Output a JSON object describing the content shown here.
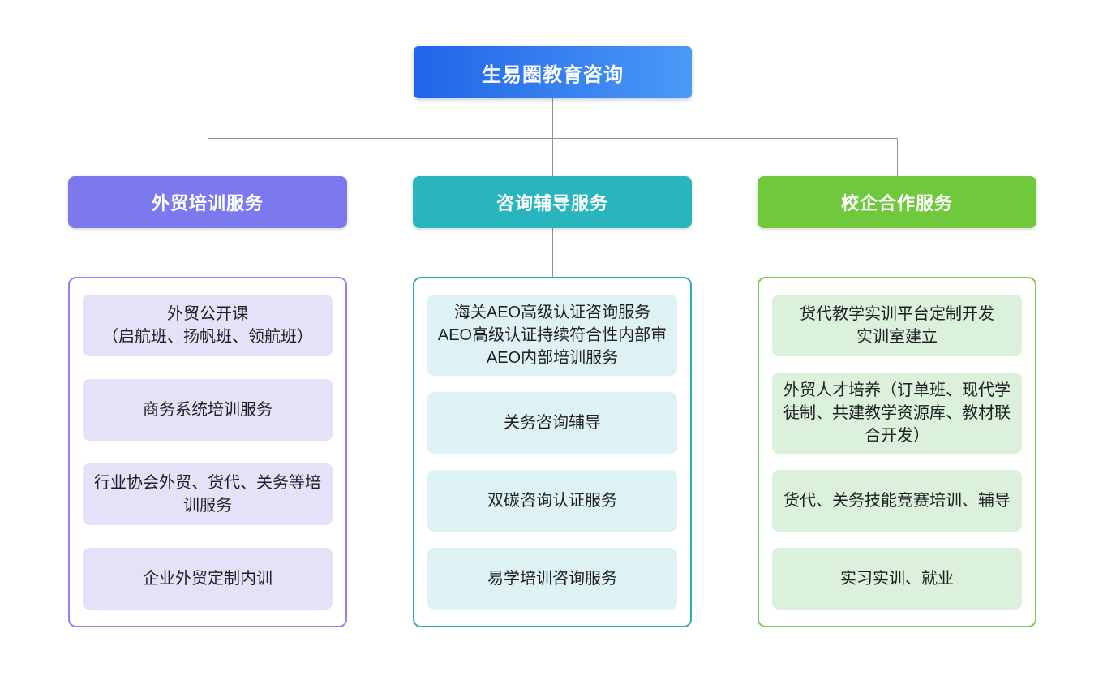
{
  "root": {
    "label": "生易圈教育咨询",
    "colors": {
      "gradient_from": "#2065E8",
      "gradient_to": "#4A99F7",
      "text": "#FFFFFF"
    }
  },
  "connector_color": "#8C939C",
  "branches": [
    {
      "label": "外贸培训服务",
      "colors": {
        "header_bg": "#7C79EF",
        "header_text": "#FFFFFF",
        "container_border": "#8987EF",
        "item_bg": "#E4E2F8",
        "item_text": "#1F1F23"
      },
      "items": [
        {
          "lines": [
            "外贸公开课",
            "（启航班、扬帆班、领航班）"
          ]
        },
        {
          "lines": [
            "商务系统培训服务"
          ]
        },
        {
          "lines": [
            "行业协会外贸、货代、关务等培训服务"
          ]
        },
        {
          "lines": [
            "企业外贸定制内训"
          ]
        }
      ]
    },
    {
      "label": "咨询辅导服务",
      "colors": {
        "header_bg": "#29B5BD",
        "header_text": "#FFFFFF",
        "container_border": "#2FAFB8",
        "item_bg": "#DEF1F3",
        "item_text": "#1F1F23"
      },
      "items": [
        {
          "lines": [
            "海关AEO高级认证咨询服务",
            "AEO高级认证持续符合性内部审",
            "AEO内部培训服务"
          ]
        },
        {
          "lines": [
            "关务咨询辅导"
          ]
        },
        {
          "lines": [
            "双碳咨询认证服务"
          ]
        },
        {
          "lines": [
            "易学培训咨询服务"
          ]
        }
      ]
    },
    {
      "label": "校企合作服务",
      "colors": {
        "header_bg": "#70C93C",
        "header_text": "#FFFFFF",
        "container_border": "#7FCB52",
        "item_bg": "#DBF1DB",
        "item_text": "#1F1F23"
      },
      "items": [
        {
          "lines": [
            "货代教学实训平台定制开发",
            "实训室建立"
          ]
        },
        {
          "lines": [
            "外贸人才培养（订单班、现代学徒制、共建教学资源库、教材联合开发）"
          ]
        },
        {
          "lines": [
            "货代、关务技能竞赛培训、辅导"
          ]
        },
        {
          "lines": [
            "实习实训、就业"
          ]
        }
      ]
    }
  ]
}
